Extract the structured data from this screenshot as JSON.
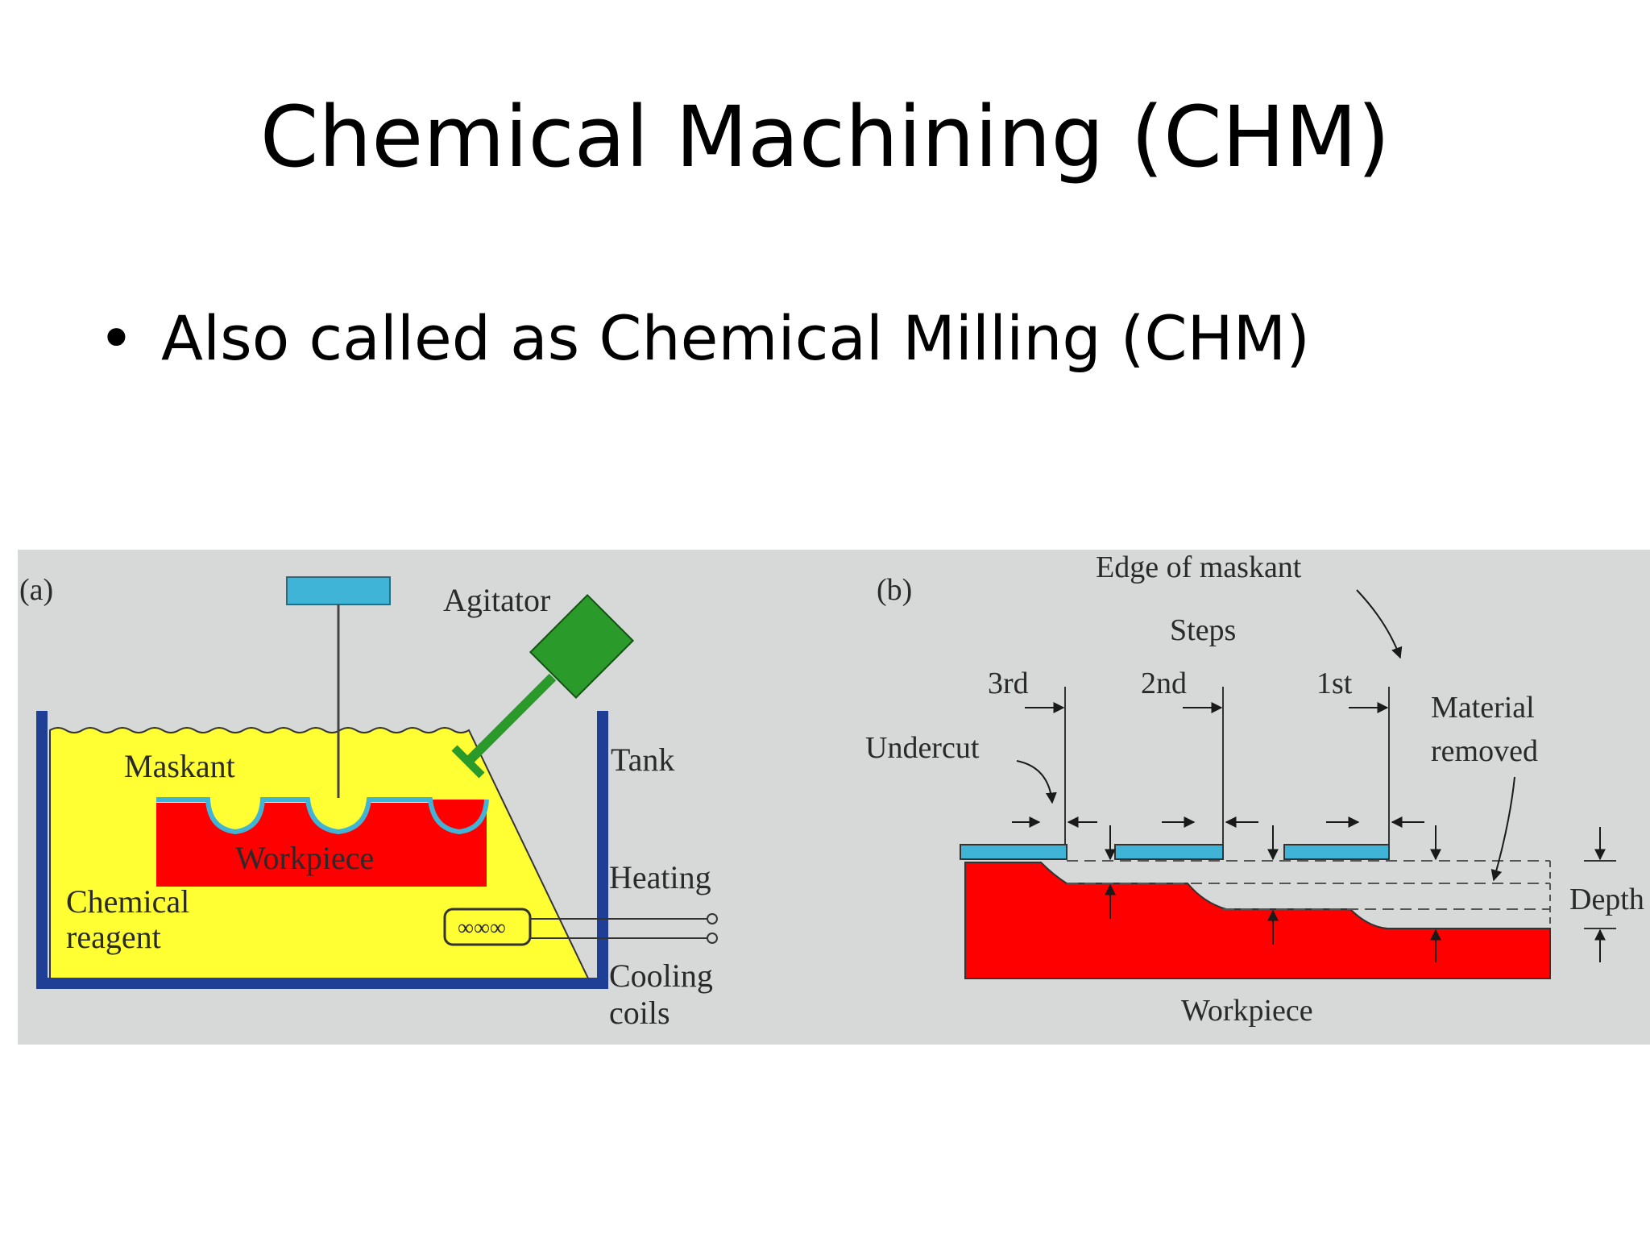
{
  "slide": {
    "title": "Chemical Machining (CHM)",
    "bullet_marker": "•",
    "bullet_text": "Also called as Chemical Milling (CHM)"
  },
  "figure": {
    "colors": {
      "background": "#d7d9d9",
      "tank": "#1f3f96",
      "reagent": "#ffff33",
      "workpiece": "#ff0000",
      "maskant": "#40b4d6",
      "agitator": "#2a9a2a"
    },
    "panel_a": {
      "tag": "(a)",
      "labels": {
        "agitator": "Agitator",
        "maskant": "Maskant",
        "workpiece": "Workpiece",
        "tank": "Tank",
        "heating": "Heating",
        "chemical": "Chemical",
        "reagent": "reagent",
        "cooling": "Cooling",
        "coils": "coils",
        "coil_glyph": "∞∞∞"
      }
    },
    "panel_b": {
      "tag": "(b)",
      "labels": {
        "edge_of_maskant": "Edge of maskant",
        "steps": "Steps",
        "step_3": "3rd",
        "step_2": "2nd",
        "step_1": "1st",
        "undercut": "Undercut",
        "material_line1": "Material",
        "material_line2": "removed",
        "depth": "Depth",
        "workpiece": "Workpiece"
      }
    }
  }
}
